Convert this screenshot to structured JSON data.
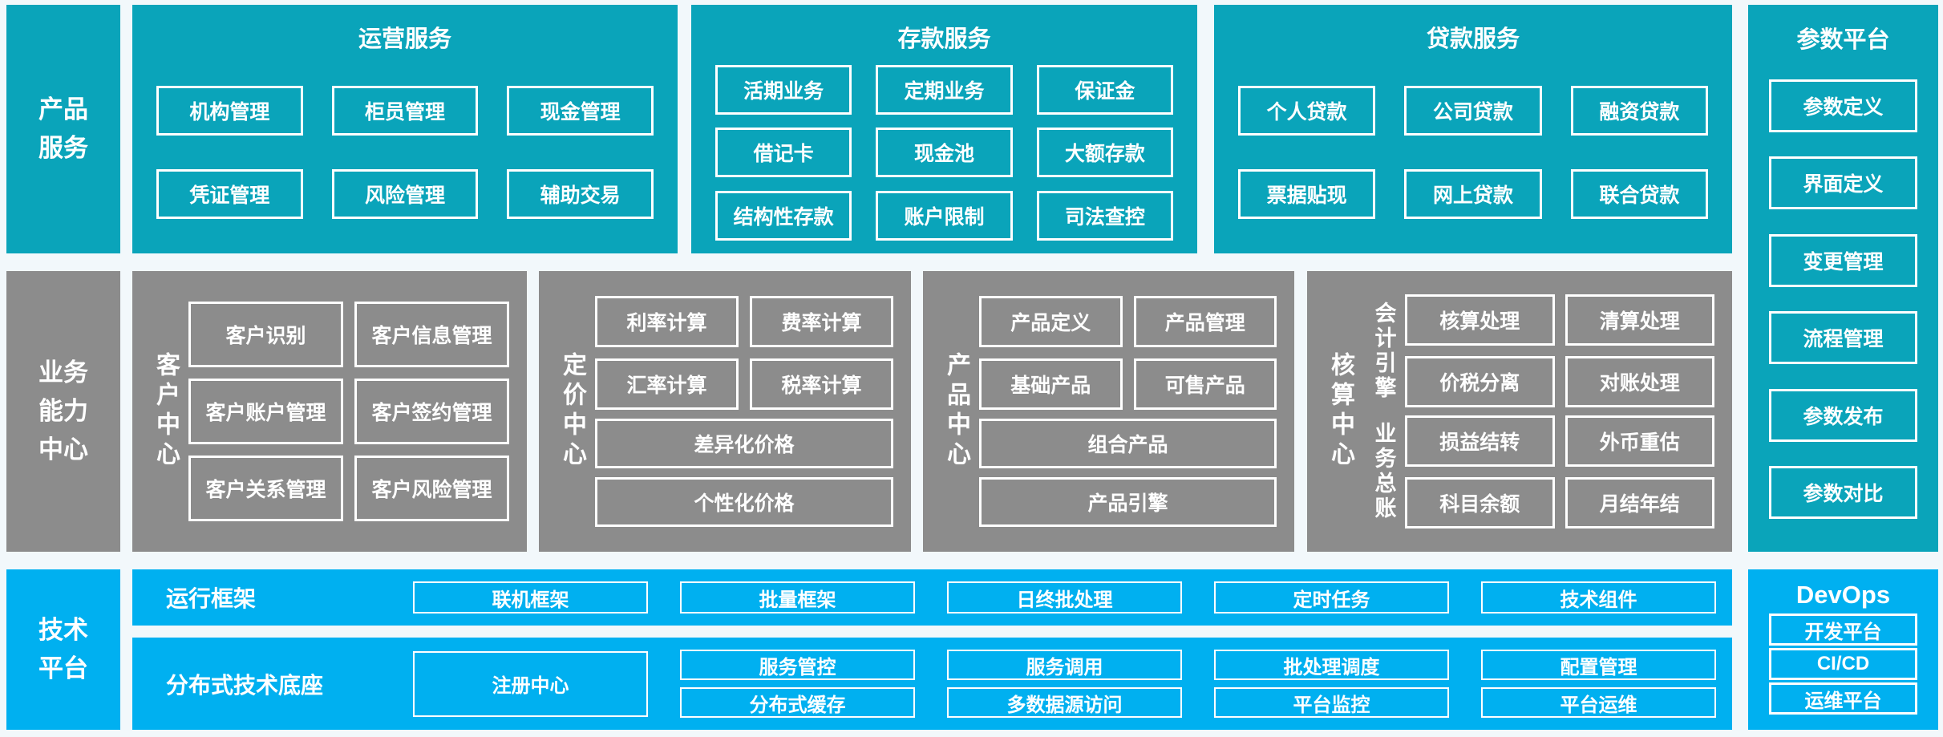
{
  "colors": {
    "teal": "#0aa4ba",
    "gray": "#8c8c8c",
    "blue": "#00b0f0",
    "background": "#f2f8fb",
    "text": "#ffffff"
  },
  "product_row": {
    "side_label": "产品\n服务",
    "ops": {
      "title": "运营服务",
      "items": [
        "机构管理",
        "柜员管理",
        "现金管理",
        "凭证管理",
        "风险管理",
        "辅助交易"
      ]
    },
    "deposit": {
      "title": "存款服务",
      "items": [
        "活期业务",
        "定期业务",
        "保证金",
        "借记卡",
        "现金池",
        "大额存款",
        "结构性存款",
        "账户限制",
        "司法查控"
      ]
    },
    "loan": {
      "title": "贷款服务",
      "items": [
        "个人贷款",
        "公司贷款",
        "融资贷款",
        "票据贴现",
        "网上贷款",
        "联合贷款"
      ]
    }
  },
  "capability_row": {
    "side_label": "业务\n能力\n中心",
    "customer": {
      "vlabel": "客户中心",
      "items": [
        "客户识别",
        "客户信息管理",
        "客户账户管理",
        "客户签约管理",
        "客户关系管理",
        "客户风险管理"
      ]
    },
    "pricing": {
      "vlabel": "定价中心",
      "items": [
        "利率计算",
        "费率计算",
        "汇率计算",
        "税率计算"
      ],
      "wide": [
        "差异化价格",
        "个性化价格"
      ]
    },
    "product": {
      "vlabel": "产品中心",
      "items": [
        "产品定义",
        "产品管理",
        "基础产品",
        "可售产品"
      ],
      "wide": [
        "组合产品",
        "产品引擎"
      ]
    },
    "accounting": {
      "vlabel": "核算中心",
      "groups": [
        {
          "vlabel": "会计引擎",
          "items": [
            "核算处理",
            "清算处理",
            "价税分离",
            "对账处理"
          ]
        },
        {
          "vlabel": "业务总账",
          "items": [
            "损益结转",
            "外币重估",
            "科目余额",
            "月结年结"
          ]
        }
      ]
    }
  },
  "tech_row": {
    "side_label": "技术\n平台",
    "runtime": {
      "label": "运行框架",
      "items": [
        "联机框架",
        "批量框架",
        "日终批处理",
        "定时任务",
        "技术组件"
      ]
    },
    "distributed": {
      "label": "分布式技术底座",
      "registry": "注册中心",
      "pairs": [
        [
          "服务管控",
          "分布式缓存"
        ],
        [
          "服务调用",
          "多数据源访问"
        ],
        [
          "批处理调度",
          "平台监控"
        ],
        [
          "配置管理",
          "平台运维"
        ]
      ]
    }
  },
  "right_col": {
    "param": {
      "title": "参数平台",
      "items": [
        "参数定义",
        "界面定义",
        "变更管理",
        "流程管理",
        "参数发布",
        "参数对比"
      ]
    },
    "devops": {
      "title": "DevOps",
      "items": [
        "开发平台",
        "CI/CD",
        "运维平台"
      ]
    }
  }
}
